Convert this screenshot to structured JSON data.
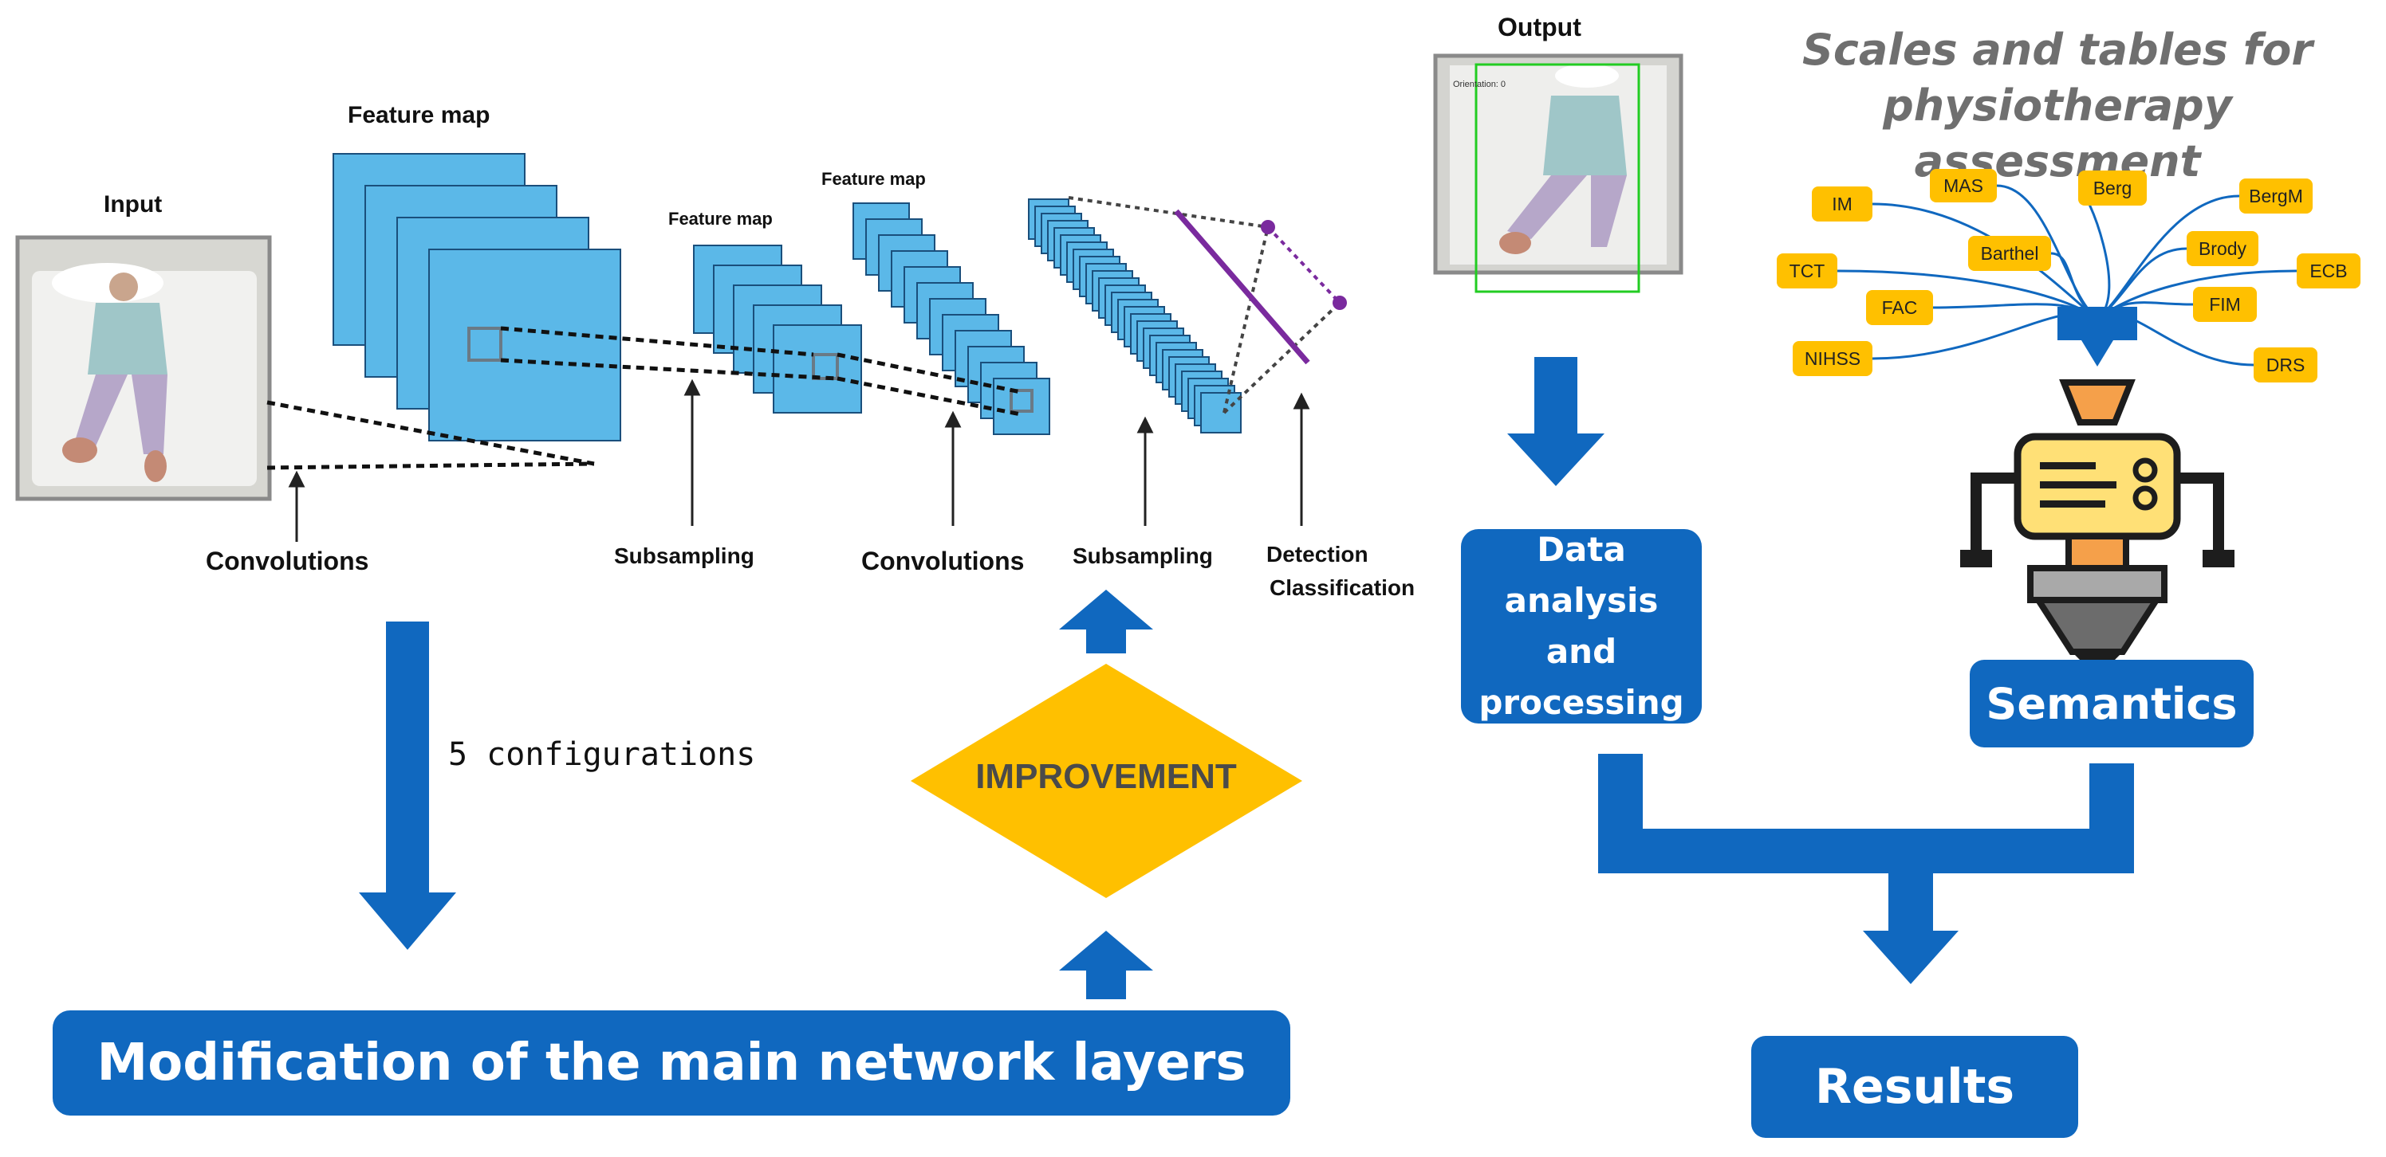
{
  "cnn": {
    "input_label": "Input",
    "feature_map_1": "Feature map",
    "feature_map_2": "Feature map",
    "feature_map_3": "Feature map",
    "convolutions_1": "Convolutions",
    "subsampling_1": "Subsampling",
    "convolutions_2": "Convolutions",
    "subsampling_2": "Subsampling",
    "detection": "Detection",
    "classification": "Classification"
  },
  "output_label": "Output",
  "output_overlay": "Orientation: 0",
  "configurations": "5 configurations",
  "improvement": "IMPROVEMENT",
  "modification": "Modification of the main network layers",
  "data_analysis": "Data analysis and processing",
  "scales_title_line1": "Scales and tables for",
  "scales_title_line2": "physiotherapy assessment",
  "scales": [
    "IM",
    "MAS",
    "Berg",
    "BergM",
    "TCT",
    "Barthel",
    "Brody",
    "ECB",
    "FAC",
    "FIM",
    "NIHSS",
    "DRS"
  ],
  "semantics": "Semantics",
  "results": "Results",
  "colors": {
    "flow_blue": "#1068bf",
    "map_blue": "#5bb8e8",
    "tag_yellow": "#ffc000",
    "purple": "#7a2a9e",
    "detection_box": "#22cc22"
  }
}
